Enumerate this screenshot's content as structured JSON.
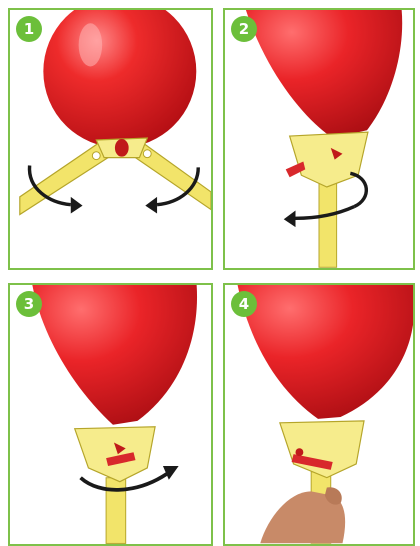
{
  "steps": [
    {
      "number": "1"
    },
    {
      "number": "2"
    },
    {
      "number": "3"
    },
    {
      "number": "4"
    }
  ],
  "colors": {
    "frame": "#7ec14a",
    "badge": "#6cbf3a",
    "balloon": "#e8232a",
    "stick": "#f2e46a",
    "arrow": "#1a1a1a"
  }
}
